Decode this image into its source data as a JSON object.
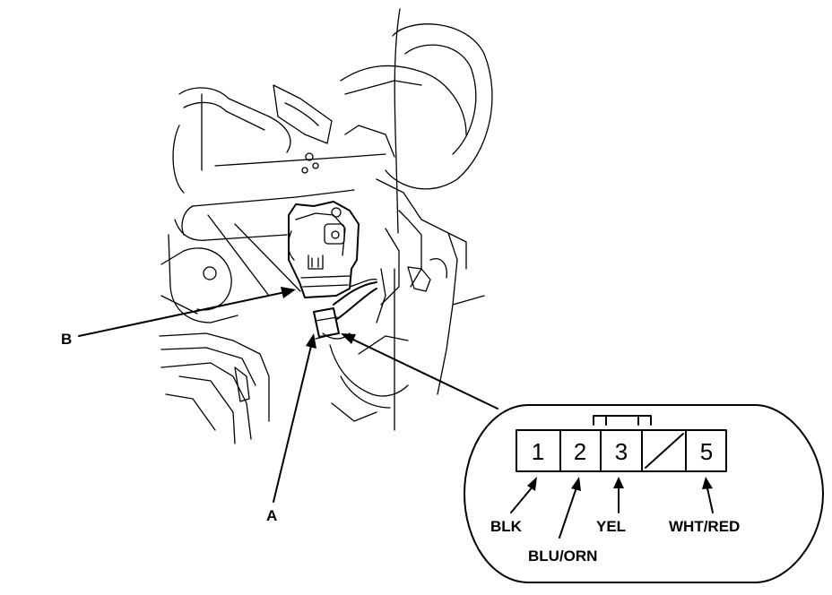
{
  "callouts": {
    "a": "A",
    "b": "B"
  },
  "connector": {
    "pins": [
      "1",
      "2",
      "3",
      "5"
    ],
    "wires": {
      "blk": "BLK",
      "blu_orn": "BLU/ORN",
      "yel": "YEL",
      "wht_red": "WHT/RED"
    }
  }
}
